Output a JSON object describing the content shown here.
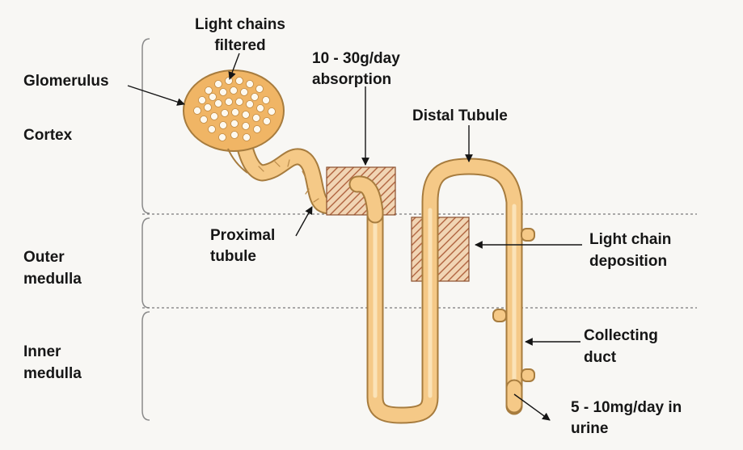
{
  "zones": {
    "cortex": "Cortex",
    "outer_medulla": [
      "Outer",
      "medulla"
    ],
    "inner_medulla": [
      "Inner",
      "medulla"
    ]
  },
  "labels": {
    "glomerulus": "Glomerulus",
    "light_chains_filtered": [
      "Light chains",
      "filtered"
    ],
    "absorption": [
      "10 - 30g/day",
      "absorption"
    ],
    "distal_tubule": "Distal Tubule",
    "proximal_tubule": [
      "Proximal",
      "tubule"
    ],
    "light_chain_deposition": [
      "Light chain",
      "deposition"
    ],
    "collecting_duct": [
      "Collecting",
      "duct"
    ],
    "urine": [
      "5 - 10mg/day in",
      "urine"
    ]
  },
  "colors": {
    "tubule_fill": "#f5c987",
    "tubule_stroke": "#a77c3e",
    "glomerulus_fill": "#f0b565",
    "hatch": "#b46a46",
    "divider": "#7a7a7a"
  }
}
